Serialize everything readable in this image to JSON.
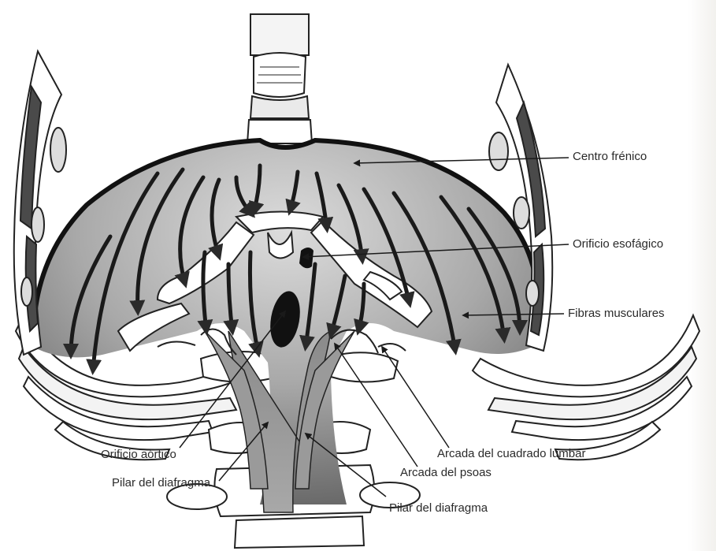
{
  "figure": {
    "labels": {
      "centro_frenico": "Centro frénico",
      "orificio_esofagico": "Orificio esofágico",
      "fibras_musculares": "Fibras musculares",
      "orificio_aortico": "Orificio aórtico",
      "pilar_left": "Pilar del diafragma",
      "pilar_right": "Pilar del diafragma",
      "arcada_cuadrado": "Arcada del cuadrado lumbar",
      "arcada_psoas": "Arcada del psoas"
    },
    "colors": {
      "ink": "#1a1a1a",
      "muscle_dark": "#6f6f6f",
      "muscle_light": "#d6d6d6",
      "bone": "#ffffff",
      "rib_dark": "#4a4a4a"
    }
  }
}
